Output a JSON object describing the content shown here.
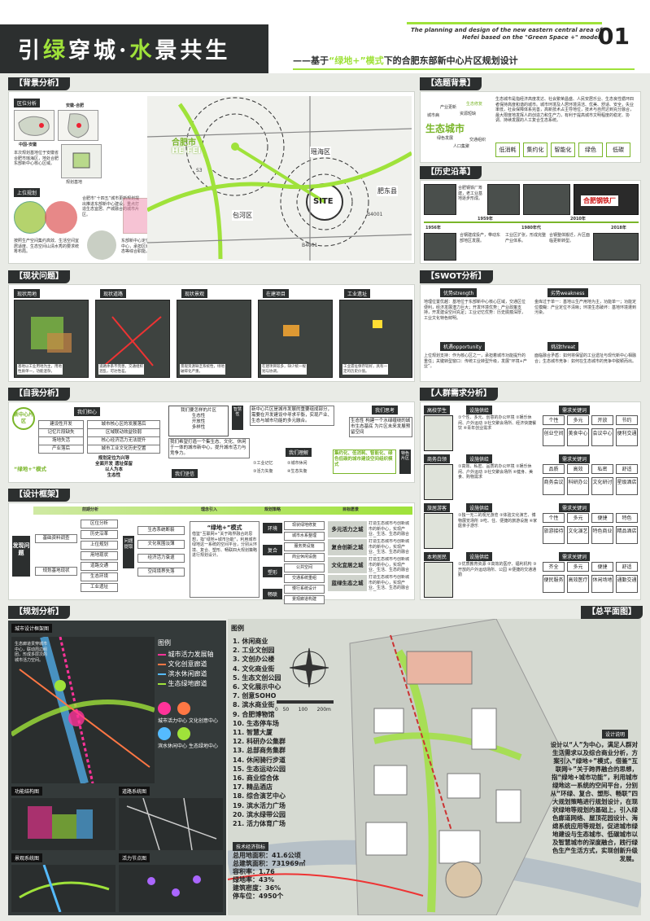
{
  "header": {
    "title_a": "引",
    "title_b": "绿",
    "title_c": "穿城·",
    "title_d": "水",
    "title_e": "景共生",
    "subtitle_a": "——基于",
    "subtitle_b": "“绿地+”模式",
    "subtitle_c": "下的合肥东部新中心片区规划设计",
    "english": "The planning and design of the new eastern central area of Hefei based on the \"Green Space +\" model.",
    "page": "01"
  },
  "sections": {
    "bg": "【背景分析】",
    "topic": "【选题背景】",
    "history": "【历史沿革】",
    "problem": "【现状问题】",
    "swot": "【SWOT分析】",
    "self": "【自我分析】",
    "crowd": "【人群需求分析】",
    "frame": "【设计框架】",
    "plan": "【规划分析】",
    "master": "【总平面图】"
  },
  "bg": {
    "loc": "区位分析",
    "upper": "上位规划",
    "china": "中国-安徽",
    "anhui": "安徽-合肥",
    "area": "规划基地",
    "hefei": "合肥市",
    "hefei_en": "HE FEI",
    "site": "SITE",
    "yaohai": "瑶海区",
    "feidong": "肥东县",
    "baohe": "包河区",
    "b4001": "B4001",
    "b4001b": "B4001",
    "s3": "S3",
    "loc_text": "本次规划基地位于安徽省合肥市瑶海区，地处合肥东部新中心核心区域。",
    "upper_text": "合肥市“十四五”城市更新规划提出推进东部新中心建设，重点打造生态宜居、产城融合的城市片区。",
    "upper_text2": "按照生产空间集约高效、生活空间宜居适度、生态空间山清水秀的要求统筹布局。",
    "upper_text3": "东部新中心定位为合肥市城市副中心，承担区域商务、文化、生态等综合职能。"
  },
  "topic": {
    "text": "生态城市是指经济高度发达、社会繁荣昌盛、人民安居乐业、生态良性循环四者保持高度和谐的城市。城市环境及人居环境清洁、优美、舒适、安全，失业率低，社会保障体系完善，高新技术占主导地位，技术与自然达到充分融合，最大限度地发挥人的创造力和生产力，有利于提高城市文明程度的稳定、协调、持续发展的人工复合生态系统。",
    "eco": "生态城市",
    "w1": "产业更新",
    "w2": "生态修复",
    "w3": "绿色发展",
    "w4": "交通组织",
    "w5": "城市病",
    "w6": "人口集聚",
    "w7": "资源短缺",
    "k1": "低消耗",
    "k2": "集约化",
    "k3": "智能化",
    "k4": "绿色",
    "k5": "低碳"
  },
  "history": {
    "y1": "1956年",
    "y2": "1959年",
    "y3": "1980年代",
    "y4": "2010年",
    "y5": "2018年",
    "sign": "合肥钢铁厂",
    "t1": "合肥钢铁厂筹建，老工业基地逐步形成。",
    "t2": "合钢建成投产，带动东部地区发展。",
    "t3": "工业区扩张，形成完整产业体系。",
    "t4": "合钢整体搬迁，片区面临更新转型。"
  },
  "problem": {
    "p1": "现状用地",
    "p2": "现状道路",
    "p3": "现状景观",
    "p4": "在建项目",
    "p5": "工业遗址",
    "t1": "基地以工业用地为主，用地性质单一，功能混杂。",
    "t2": "道路体系不完善，交通组织混乱，可达性差。",
    "t3": "景观资源缺乏系统性，绿地破碎化严重。",
    "t4": "在建项目较多，缺少统一规划与协调。",
    "t5": "工业遗址保存较好，具有一定的历史价值。"
  },
  "swot": {
    "s": "优势strength",
    "w": "劣势weakness",
    "o": "机遇opportunity",
    "t": "挑战threat",
    "s_text": "地理位置优越：基地位于东部新中心核心区域，交通区位便利，经济发展潜力巨大；开发环境优势：产业政策支持，开发建设空间充足；工业记忆优势：历史底蕴深厚，工业文化特色鲜明。",
    "w_text": "金库过于单一：基地以生产用地为主，功能单一；功能定位模糊：产业定位不清晰；环境生态破坏：基地环境遭到污染。",
    "o_text": "上位规划支持：作为核心区之一，承担着城市功能提升的重任；关键转型窗口：传统工业转型升级，发展“环境+产业”。",
    "t_text": "面临融合矛盾：如何将保留的工业遗址与现代新中心相融合；生态城市竞争：如何在生态城市的竞争中脱颖而出。"
  },
  "self": {
    "q1": "我们担心",
    "q2": "我们要怎样的片区",
    "q3": "我们理解",
    "q4": "我们思考",
    "q5": "我们坚信",
    "center": "新中心片区",
    "mode": "“绿地+”模式",
    "c1": "建设性开发",
    "c2": "记忆片段缺失",
    "c3": "场地失活",
    "c4": "产业落后",
    "d1": "城市核心区的发展落后",
    "d2": "区域联动效益较弱",
    "d3": "核心经济活力无法提升",
    "d4": "城市工业文化历史空置",
    "e1": "生态性",
    "e2": "开放性",
    "e3": "多样性",
    "e4": "智慧性",
    "f1": "规划定位为兴导",
    "f2": "全面开发  遗址保留",
    "f3": "以人为本",
    "f4": "生态性",
    "u1": "①工业记忆",
    "u2": "②城市休闲",
    "u3": "③活力失衡",
    "u4": "④生态失衡",
    "think": "生态性 构建一个水绿缠绕的城市生态基底 为片区未来发展预留空间",
    "kw": "集约化、低消耗、智能化、绿色低碳的城市建设空间组织模式",
    "long_text": "新中心片区是城市发展的重要组成部分，需要在开发建设中寻求平衡，实现产业、生态与城市功能的多元融合。",
    "my_text": "我们希望打造一个集生态、文化、休闲于一体的城市新中心，提升城市活力与竞争力。",
    "belief": "特色片区"
  },
  "crowd": {
    "g1": "高校学生",
    "g2": "商务白领",
    "g3": "旅居游客",
    "g4": "本地居民",
    "need": "需求关键词",
    "req": "设施供给",
    "n1": "①个性、多元、创意的办公环境 ②娱乐休闲、户外运动 ③社交聚会场所、经济快捷餐饮 ④青年创业需求",
    "n2": "①高效、私密、品质的办公环境 ②娱乐休闲、户外运动 ③社交聚会场所 ④健身、美食、购物需求",
    "n3": "①独一无二的观光游览 ②体验文化演艺、博物展览场所 ③吃、住、便捷的旅游设施 ④家庭亲子游乐",
    "n4": "①优质教育资源 ②高效的医疗、福利机构 ③开放的户外运动场所、公园 ④便捷的交通通勤",
    "k": [
      [
        "个性",
        "多元",
        "开放",
        "节约"
      ],
      [
        "品质",
        "高效",
        "私密",
        "舒适"
      ],
      [
        "个性",
        "多元",
        "便捷",
        "特色"
      ],
      [
        "齐全",
        "多元",
        "便捷",
        "舒适"
      ]
    ],
    "f": [
      [
        "创业空间",
        "美食中心",
        "会议中心",
        "便利交通"
      ],
      [
        "商务会议",
        "科研办公",
        "文化研讨",
        "星级酒店"
      ],
      [
        "旅游接待",
        "文化演艺",
        "特色商业",
        "精品酒店"
      ],
      [
        "便民服务",
        "高效医疗",
        "休闲场地",
        "通勤交通"
      ]
    ]
  },
  "frame": {
    "h1": "前期分析",
    "h2": "理念引入",
    "h3": "规划策略",
    "h4": "目标愿景",
    "left": "发现问题",
    "a1": "基础资料调查",
    "a2": "规划基地现状",
    "b": [
      "区位分析",
      "历史沿革",
      "上位规划",
      "用地现状",
      "道路交通",
      "生态环境",
      "工业遗址"
    ],
    "prob": "问题提取",
    "c": [
      "生态系统断裂",
      "文化氛围淡薄",
      "经济活力衰退",
      "空间境界失落"
    ],
    "mode": "“绿地+”模式",
    "mode_text": "借鉴“互联网+”关于跨界融合的思想，指“绿地+城市功能”，利用城市绿地这一系统的空间平台，分别从环境、复合、塑形、畅联四大规划策略进行规划设计。",
    "s": [
      "环境",
      "复合",
      "塑形",
      "畅联"
    ],
    "st": [
      "现状绿地修复",
      "城市水系整理",
      "服务类设施",
      "商业休闲设施",
      "公共空间",
      "交通系统重组",
      "慢行系统设计",
      "景观廊道构建"
    ],
    "goal": [
      "多元活力之城",
      "复合创新之城",
      "文化宜居之城",
      "蓝绿生态之城"
    ],
    "goal_text": "打造生态城市与创新城市的新中心，实现产业、生活、生态的融合发展。"
  },
  "plan": {
    "frame": "城市设计框架图",
    "legend": "图例",
    "l1": "城市活力发展轴",
    "l2": "文化创意廊道",
    "l3": "滨水休闲廊道",
    "l4": "生态绿地廊道",
    "l5": "城市活力中心",
    "l6": "文化创意中心",
    "l7": "滨水休闲中心",
    "l8": "生态绿地中心",
    "func": "功能结构图",
    "road": "道路系统图",
    "land": "景观系统图",
    "vital": "活力节点图",
    "note": "生态廊道贯穿城市中心，联动周边组团，形成多层次的城市活力空间。"
  },
  "master": {
    "legend": "图例",
    "items": [
      "1. 休闲商业",
      "2. 工业文创园",
      "3. 文创办公楼",
      "4. 文化商业街",
      "5. 生态文创公园",
      "6. 文化展示中心",
      "7. 创意SOHO",
      "8. 滨水商业街",
      "9. 合肥博物馆",
      "10. 生态停车场",
      "11. 智慧大厦",
      "12. 科研办公集群",
      "13. 总部商务集群",
      "14. 休闲骑行步道",
      "15. 生态运动公园",
      "16. 商业综合体",
      "17. 精品酒店",
      "18. 综合演艺中心",
      "19. 滨水活力广场",
      "20. 滨水绿带公园",
      "21. 活力体育广场"
    ],
    "tech": "技术经济指标",
    "i1": "总用地面积：41.6公顷",
    "i2": "总建筑面积：731969㎡",
    "i3": "容积率：1.76",
    "i4": "绿地率：43%",
    "i5": "建筑密度：36%",
    "i6": "停车位：4950个",
    "design": "设计说明",
    "design_text": "设计以“人”为中心，满足人群对生活需求以及综合商业分析，方案引入“绿地+”模式，借鉴“互联网+”关于跨界融合的思想，指“绿地+城市功能”，利用城市绿地这一系统的空间平台，分别从“环绿、复合、塑形、畅联”四大规划策略进行规划设计，在现状绿地等规划的基础上，引入绿色廊道网络、屋顶花园设计、海绵系统应用等规划，促进城市绿地建设与生态城市、低碳城市以及智慧城市的深度融合，践行绿色生产生活方式，实现创新升级发展。",
    "scale": [
      "0",
      "50",
      "100",
      "200m"
    ]
  }
}
